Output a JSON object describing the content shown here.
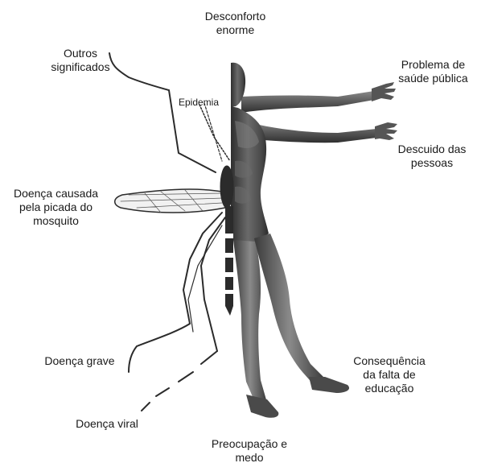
{
  "labels": {
    "top": "Desconforto\nenorme",
    "outros": "Outros\nsignificados",
    "epidemia": "Epidemia",
    "saude": "Problema de\nsaúde pública",
    "descuido": "Descuido das\npessoas",
    "causada": "Doença causada\npela picada do\nmosquito",
    "grave": "Doença grave",
    "consequencia": "Consequência\nda falta de\neducação",
    "viral": "Doença viral",
    "bottom": "Preocupação e\nmedo"
  },
  "colors": {
    "text": "#1a1a1a",
    "human_dark": "#3a3a3a",
    "human_mid": "#6e6e6e",
    "human_light": "#9a9a9a",
    "mosquito": "#2b2b2b"
  }
}
